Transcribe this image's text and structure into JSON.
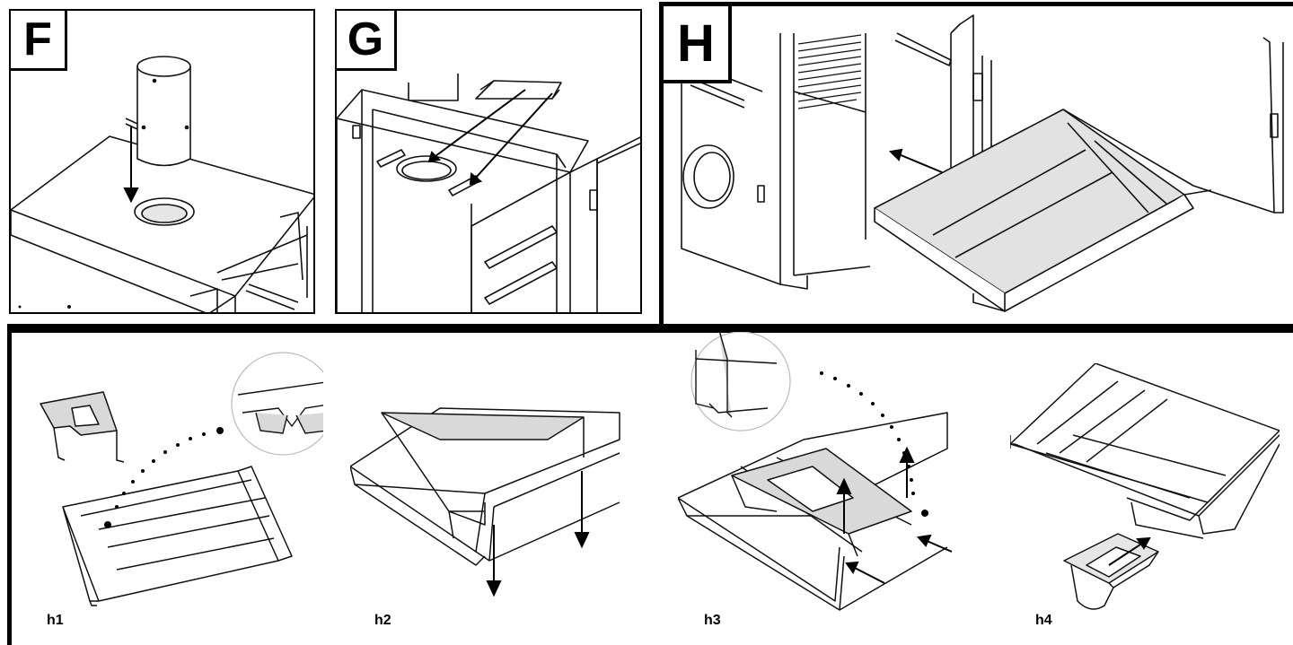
{
  "panels": {
    "f": {
      "label": "F"
    },
    "g": {
      "label": "G"
    },
    "h": {
      "label": "H"
    }
  },
  "steps": [
    {
      "label": "h1"
    },
    {
      "label": "h2"
    },
    {
      "label": "h3"
    },
    {
      "label": "h4"
    }
  ]
}
